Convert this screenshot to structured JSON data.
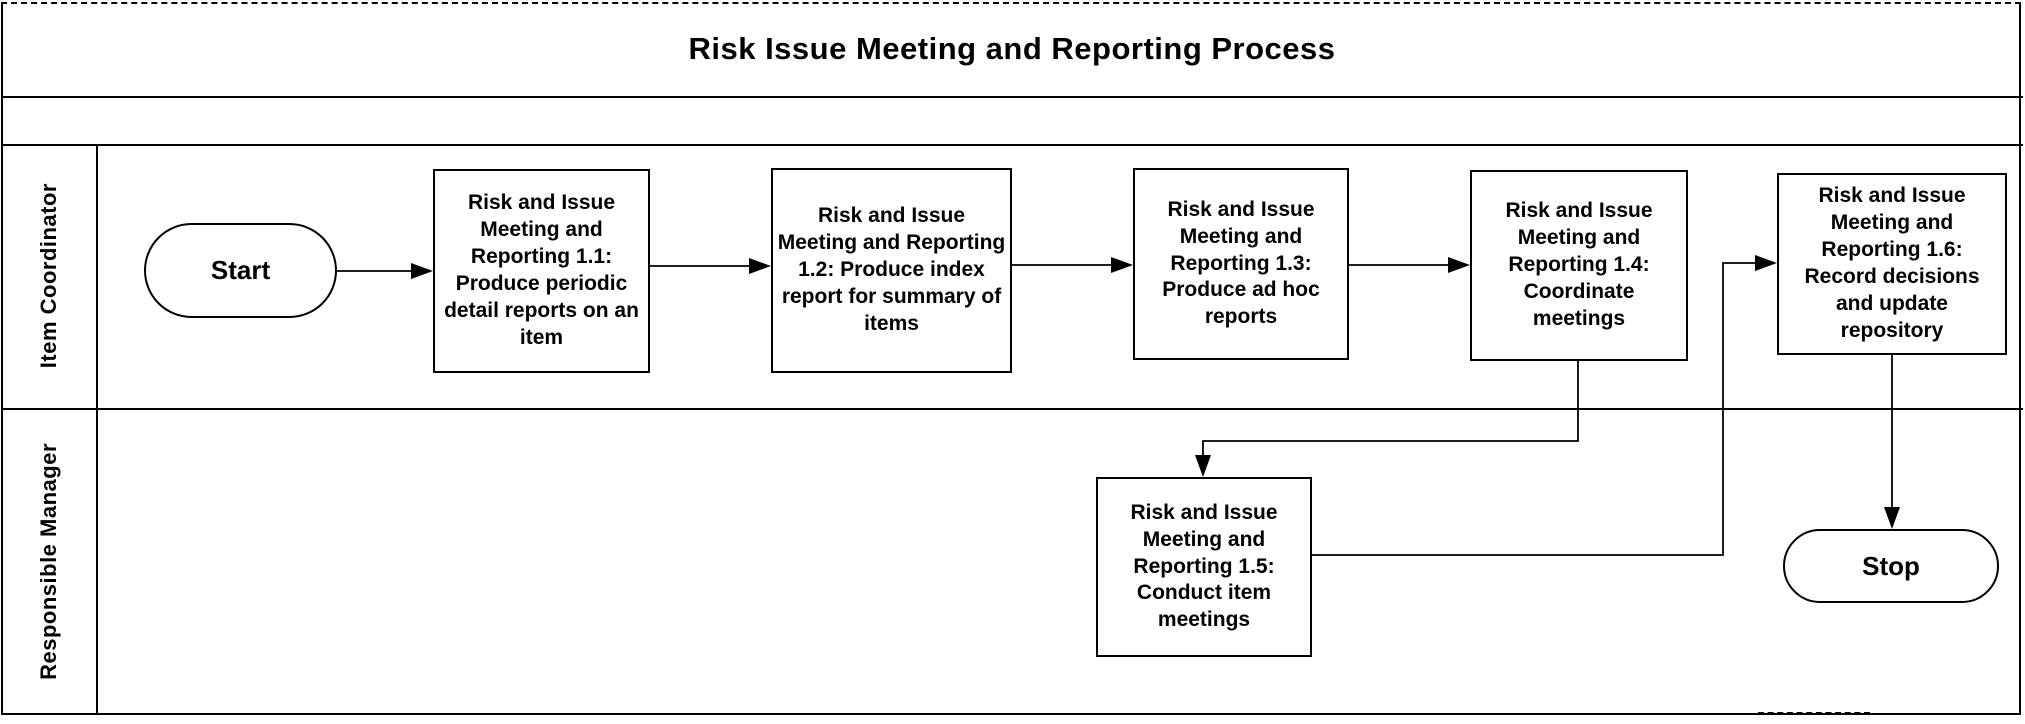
{
  "title": "Risk Issue Meeting and Reporting Process",
  "lanes": [
    {
      "id": "item-coordinator",
      "label": "Item Coordinator"
    },
    {
      "id": "responsible-manager",
      "label": "Responsible Manager"
    }
  ],
  "nodes": {
    "start": {
      "type": "terminator",
      "lane": "Item Coordinator",
      "label": "Start"
    },
    "step_1_1": {
      "type": "process",
      "lane": "Item Coordinator",
      "label": "Risk and Issue Meeting and Reporting 1.1: Produce periodic detail reports on an item"
    },
    "step_1_2": {
      "type": "process",
      "lane": "Item Coordinator",
      "label": "Risk and Issue Meeting and Reporting 1.2: Produce index report for summary of items"
    },
    "step_1_3": {
      "type": "process",
      "lane": "Item Coordinator",
      "label": "Risk and Issue Meeting and Reporting 1.3: Produce ad hoc reports"
    },
    "step_1_4": {
      "type": "process",
      "lane": "Item Coordinator",
      "label": "Risk and Issue Meeting and Reporting 1.4: Coordinate meetings"
    },
    "step_1_5": {
      "type": "process",
      "lane": "Responsible Manager",
      "label": "Risk and Issue Meeting and Reporting 1.5: Conduct item meetings"
    },
    "step_1_6": {
      "type": "process",
      "lane": "Item Coordinator",
      "label": "Risk and Issue Meeting and Reporting 1.6: Record decisions and update repository"
    },
    "stop": {
      "type": "terminator",
      "lane": "Responsible Manager",
      "label": "Stop"
    }
  },
  "edges": [
    {
      "from": "start",
      "to": "step_1_1"
    },
    {
      "from": "step_1_1",
      "to": "step_1_2"
    },
    {
      "from": "step_1_2",
      "to": "step_1_3"
    },
    {
      "from": "step_1_3",
      "to": "step_1_4"
    },
    {
      "from": "step_1_4",
      "to": "step_1_5"
    },
    {
      "from": "step_1_5",
      "to": "step_1_6"
    },
    {
      "from": "step_1_6",
      "to": "stop"
    }
  ],
  "colors": {
    "background": "#ffffff",
    "line": "#000000",
    "shape_fill": "#ffffff",
    "text": "#000000"
  }
}
